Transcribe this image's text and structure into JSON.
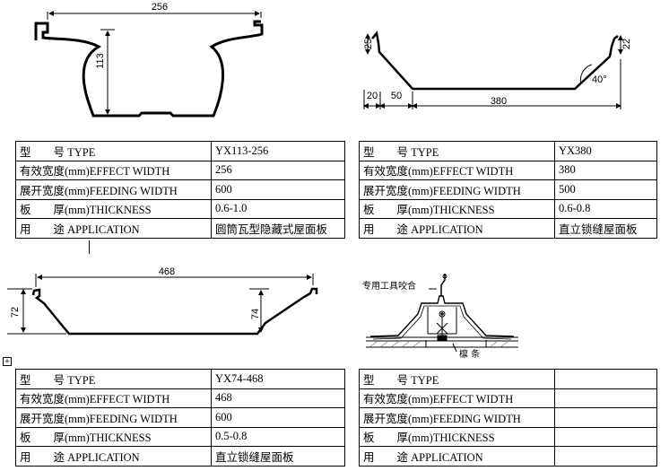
{
  "profiles": {
    "p1": {
      "width_label": "256",
      "height_label": "113"
    },
    "p2": {
      "h_left": "25",
      "h_right": "22",
      "w_flange": "20",
      "w_slope": "50",
      "w_pan": "380",
      "angle": "40°"
    },
    "p3": {
      "width_label": "468",
      "h_left": "72",
      "h_right": "74"
    },
    "p4": {
      "tool_label": "专用工具咬合",
      "purlin_label": "檩 条"
    }
  },
  "marker_icon": "+",
  "tables": {
    "top": {
      "left": [
        [
          "型　　号 TYPE",
          "YX113-256"
        ],
        [
          "有效宽度(mm)EFFECT WIDTH",
          "256"
        ],
        [
          "展开宽度(mm)FEEDING WIDTH",
          "600"
        ],
        [
          "板　　厚(mm)THICKNESS",
          "0.6-1.0"
        ],
        [
          "用　　途 APPLICATION",
          "圆筒瓦型隐藏式屋面板"
        ]
      ],
      "right": [
        [
          "型　　号 TYPE",
          "YX380"
        ],
        [
          "有效宽度(mm)EFFECT WIDTH",
          "380"
        ],
        [
          "展开宽度(mm)FEEDING WIDTH",
          "500"
        ],
        [
          "板　　厚(mm)THICKNESS",
          "0.6-0.8"
        ],
        [
          "用　　途 APPLICATION",
          "直立锁缝屋面板"
        ]
      ]
    },
    "bottom": {
      "left": [
        [
          "型　　号 TYPE",
          "YX74-468"
        ],
        [
          "有效宽度(mm)EFFECT WIDTH",
          "468"
        ],
        [
          "展开宽度(mm)FEEDING WIDTH",
          "600"
        ],
        [
          "板　　厚(mm)THICKNESS",
          "0.5-0.8"
        ],
        [
          "用　　途 APPLICATION",
          "直立锁缝屋面板"
        ]
      ],
      "right": [
        [
          "型　　号 TYPE",
          ""
        ],
        [
          "有效宽度(mm)EFFECT WIDTH",
          ""
        ],
        [
          "展开宽度(mm)FEEDING WIDTH",
          ""
        ],
        [
          "板　　厚(mm)THICKNESS",
          ""
        ],
        [
          "用　　途 APPLICATION",
          ""
        ]
      ]
    }
  }
}
